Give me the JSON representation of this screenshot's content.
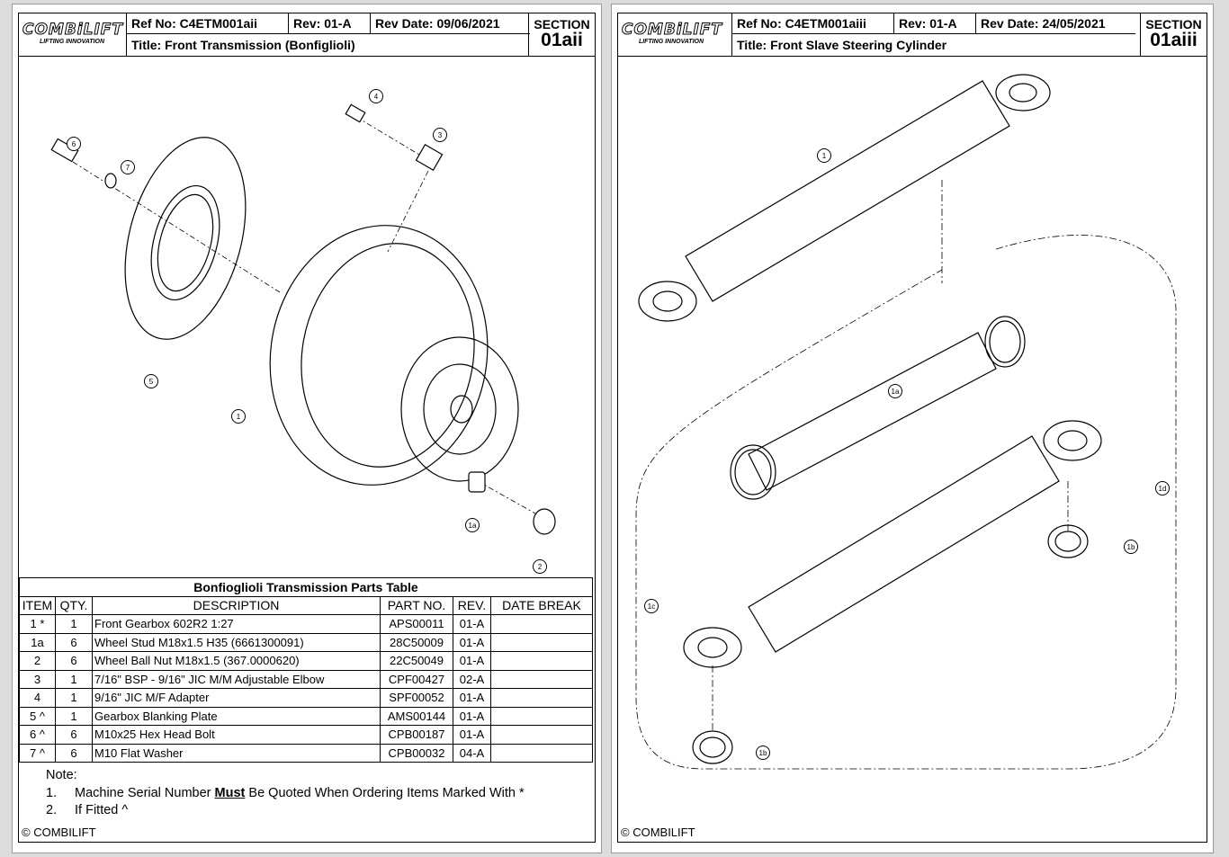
{
  "pages": [
    {
      "logo": "COMBiLIFT",
      "logo_tag": "LIFTING INNOVATION",
      "ref": "Ref No: C4ETM001aii",
      "rev": "Rev: 01-A",
      "rev_date": "Rev Date: 09/06/2021",
      "section_label": "SECTION",
      "section": "01aii",
      "title": "Title: Front Transmission (Bonfiglioli)",
      "callouts": [
        "6",
        "7",
        "4",
        "3",
        "5",
        "1",
        "1a",
        "2"
      ],
      "table": {
        "title": "Bonfioglioli Transmission Parts Table",
        "headers": [
          "ITEM",
          "QTY.",
          "DESCRIPTION",
          "PART NO.",
          "REV.",
          "DATE BREAK"
        ],
        "rows": [
          [
            "1 *",
            "1",
            "Front Gearbox 602R2 1:27",
            "APS00011",
            "01-A",
            ""
          ],
          [
            "1a",
            "6",
            "Wheel Stud  M18x1.5 H35 (6661300091)",
            "28C50009",
            "01-A",
            ""
          ],
          [
            "2",
            "6",
            "Wheel Ball Nut M18x1.5 (367.0000620)",
            "22C50049",
            "01-A",
            ""
          ],
          [
            "3",
            "1",
            "7/16\" BSP - 9/16\" JIC M/M Adjustable Elbow",
            "CPF00427",
            "02-A",
            ""
          ],
          [
            "4",
            "1",
            "9/16\" JIC M/F Adapter",
            "SPF00052",
            "01-A",
            ""
          ],
          [
            "5 ^",
            "1",
            "Gearbox Blanking Plate",
            "AMS00144",
            "01-A",
            ""
          ],
          [
            "6 ^",
            "6",
            "M10x25 Hex Head Bolt",
            "CPB00187",
            "01-A",
            ""
          ],
          [
            "7 ^",
            "6",
            "M10 Flat Washer",
            "CPB00032",
            "04-A",
            ""
          ]
        ]
      },
      "note": {
        "label": "Note:",
        "n1": "1.",
        "t1a": "Machine Serial Number ",
        "t1b": "Must",
        "t1c": " Be Quoted When Ordering Items Marked With *",
        "n2": "2.",
        "t2": "If Fitted ^"
      },
      "copyright": "© COMBILIFT"
    },
    {
      "logo": "COMBiLIFT",
      "logo_tag": "LIFTING INNOVATION",
      "ref": "Ref No: C4ETM001aiii",
      "rev": "Rev: 01-A",
      "rev_date": "Rev Date: 24/05/2021",
      "section_label": "SECTION",
      "section": "01aiii",
      "title": "Title: Front Slave Steering Cylinder",
      "callouts": [
        "1",
        "1a",
        "1d",
        "1b",
        "1c",
        "1b"
      ],
      "copyright": "© COMBILIFT"
    }
  ]
}
